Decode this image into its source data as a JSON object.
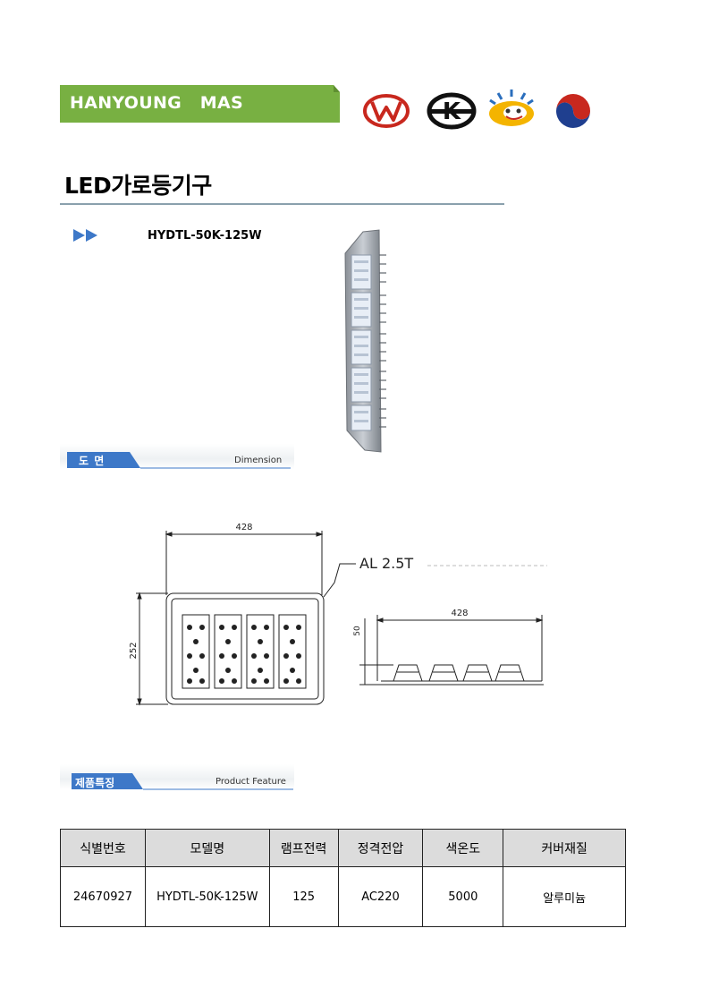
{
  "header": {
    "company": "HANYOUNG   MAS",
    "banner_color": "#78b042"
  },
  "certification_logos": [
    "w-mark-logo",
    "kc-mark-logo",
    "good-design-logo",
    "taegeuk-logo"
  ],
  "page_title": "LED가로등기구",
  "product": {
    "model": "HYDTL-50K-125W"
  },
  "sections": {
    "dimension": {
      "label": "도  면",
      "label_en": "Dimension"
    },
    "feature": {
      "label": "제품특징",
      "label_en": "Product Feature"
    }
  },
  "drawing": {
    "front_width": "428",
    "front_height": "252",
    "material_note": "AL 2.5T",
    "side_width": "428",
    "side_height": "50"
  },
  "spec_table": {
    "headers": [
      "식별번호",
      "모델명",
      "램프전력",
      "정격전압",
      "색온도",
      "커버재질"
    ],
    "rows": [
      [
        "24670927",
        "HYDTL-50K-125W",
        "125",
        "AC220",
        "5000",
        "알루미늄"
      ]
    ]
  }
}
